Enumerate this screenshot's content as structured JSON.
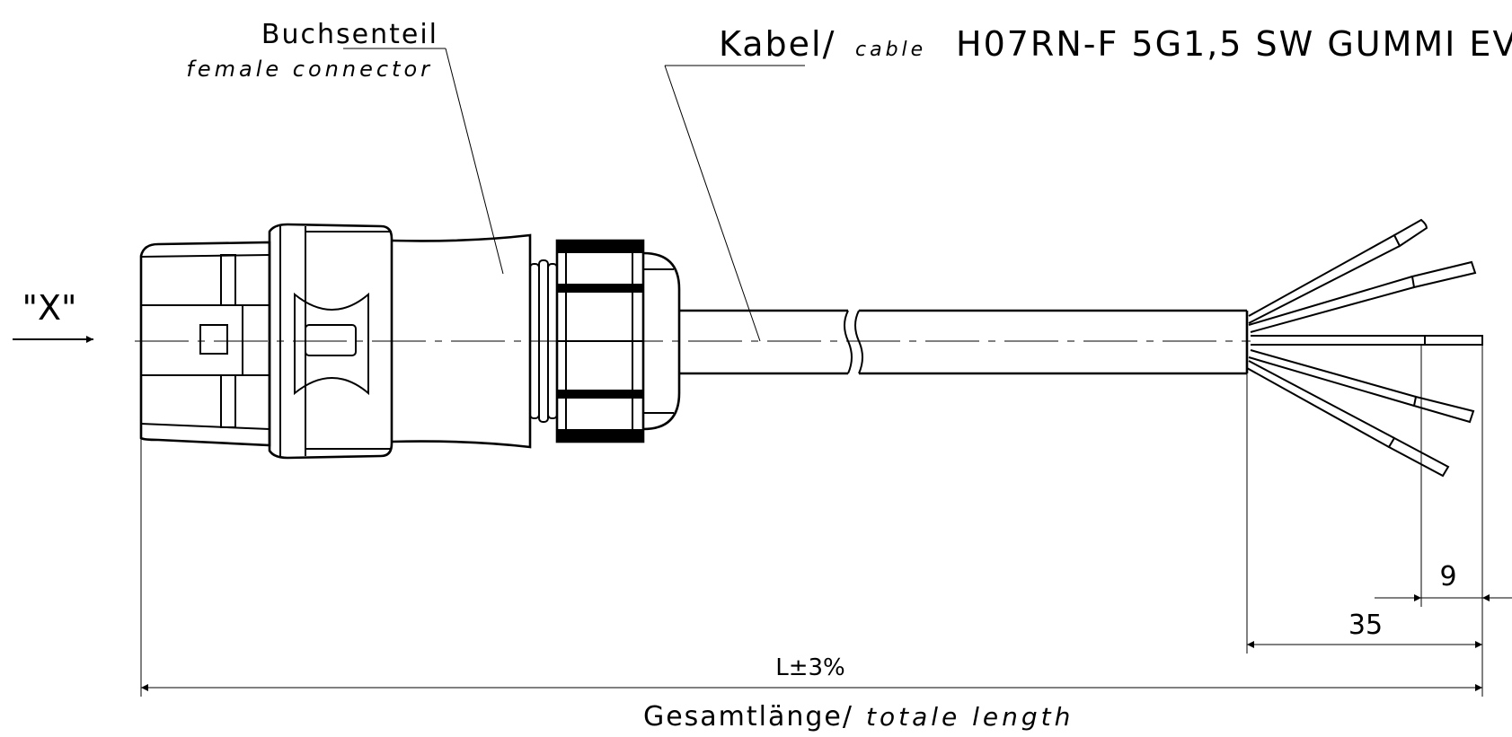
{
  "labels": {
    "female_connector_de": "Buchsenteil",
    "female_connector_en": "female connector",
    "cable_de": "Kabel/",
    "cable_en": "cable",
    "cable_spec": "H07RN-F 5G1,5 SW GUMMI EV",
    "view_marker": "\"X\"",
    "overall_de": "Gesamtlänge/",
    "overall_en": "totale length"
  },
  "dimensions": {
    "strip_length": "9",
    "core_length": "35",
    "total_length": "L±3%"
  }
}
